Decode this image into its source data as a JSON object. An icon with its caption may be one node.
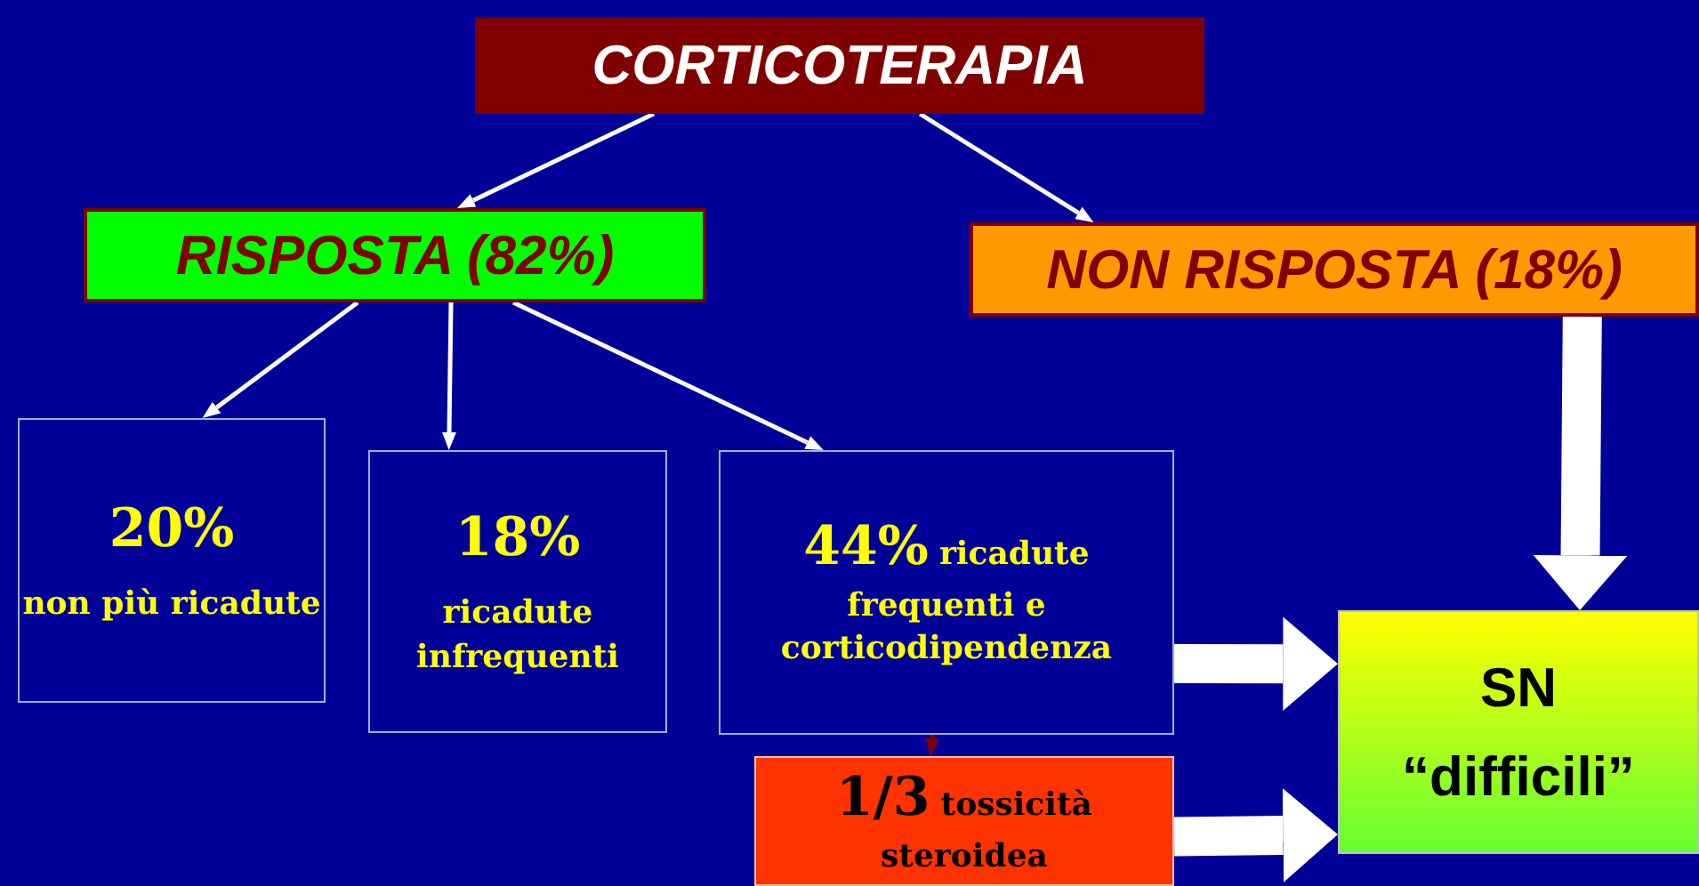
{
  "diagram": {
    "nodes": [
      {
        "text": [
          "CORTICOTERAPIA"
        ]
      },
      {
        "text": [
          "RISPOSTA (82%)"
        ]
      },
      {
        "text": [
          "NON RISPOSTA (18%)"
        ]
      },
      {
        "text": [
          "20%",
          "non più ricadute"
        ]
      },
      {
        "text": [
          "18%",
          "ricadute infrequenti"
        ]
      },
      {
        "text": [
          "44%",
          "ricadute frequenti e corticodipendenza"
        ]
      },
      {
        "text": [
          "1/3",
          "tossicità steroidea"
        ]
      },
      {
        "text": [
          "SN",
          "“difficili”"
        ]
      }
    ],
    "edges": [
      {
        "from": 0,
        "to": 1,
        "arrow": "to"
      },
      {
        "from": 0,
        "to": 2,
        "arrow": "to"
      },
      {
        "from": 1,
        "to": 3,
        "arrow": "to"
      },
      {
        "from": 1,
        "to": 4,
        "arrow": "to"
      },
      {
        "from": 1,
        "to": 5,
        "arrow": "to"
      },
      {
        "from": 2,
        "to": 7,
        "arrow": "to",
        "style": "thick"
      },
      {
        "from": 5,
        "to": 6,
        "arrow": "to",
        "color": "#800000"
      },
      {
        "from": 5,
        "to": 7,
        "arrow": "to",
        "style": "thick"
      },
      {
        "from": 6,
        "to": 7,
        "arrow": "to",
        "style": "thick"
      }
    ]
  }
}
